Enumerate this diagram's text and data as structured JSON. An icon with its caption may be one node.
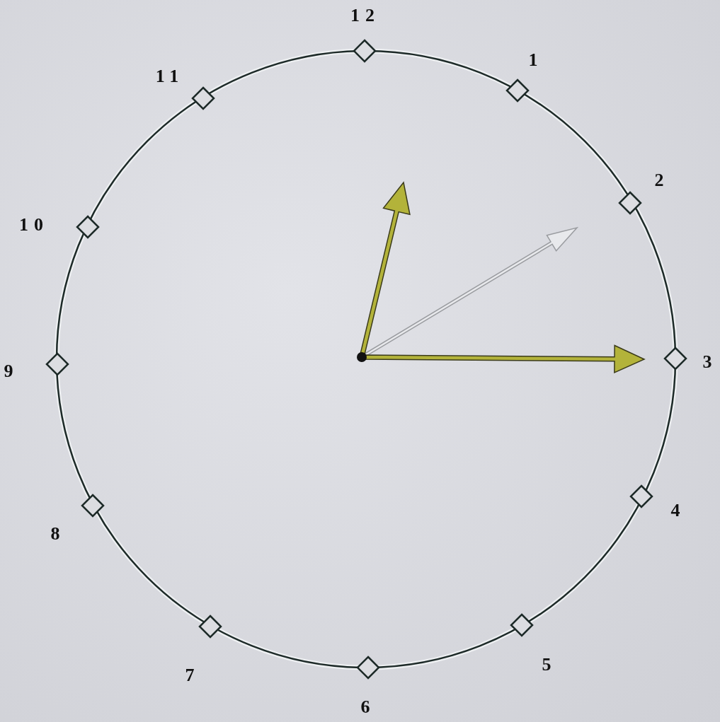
{
  "diagram": {
    "labels": [
      "12",
      "1",
      "2",
      "3",
      "4",
      "5",
      "6",
      "7",
      "8",
      "9",
      "10",
      "11"
    ]
  }
}
